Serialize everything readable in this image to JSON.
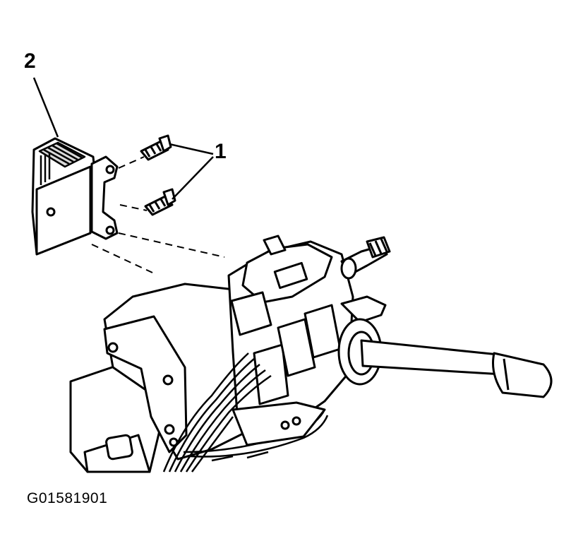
{
  "callouts": {
    "one": "1",
    "two": "2"
  },
  "figure_id": "G01581901",
  "colors": {
    "line": "#000000",
    "fill_light": "#ffffff",
    "shade": "#d9d9d9"
  }
}
